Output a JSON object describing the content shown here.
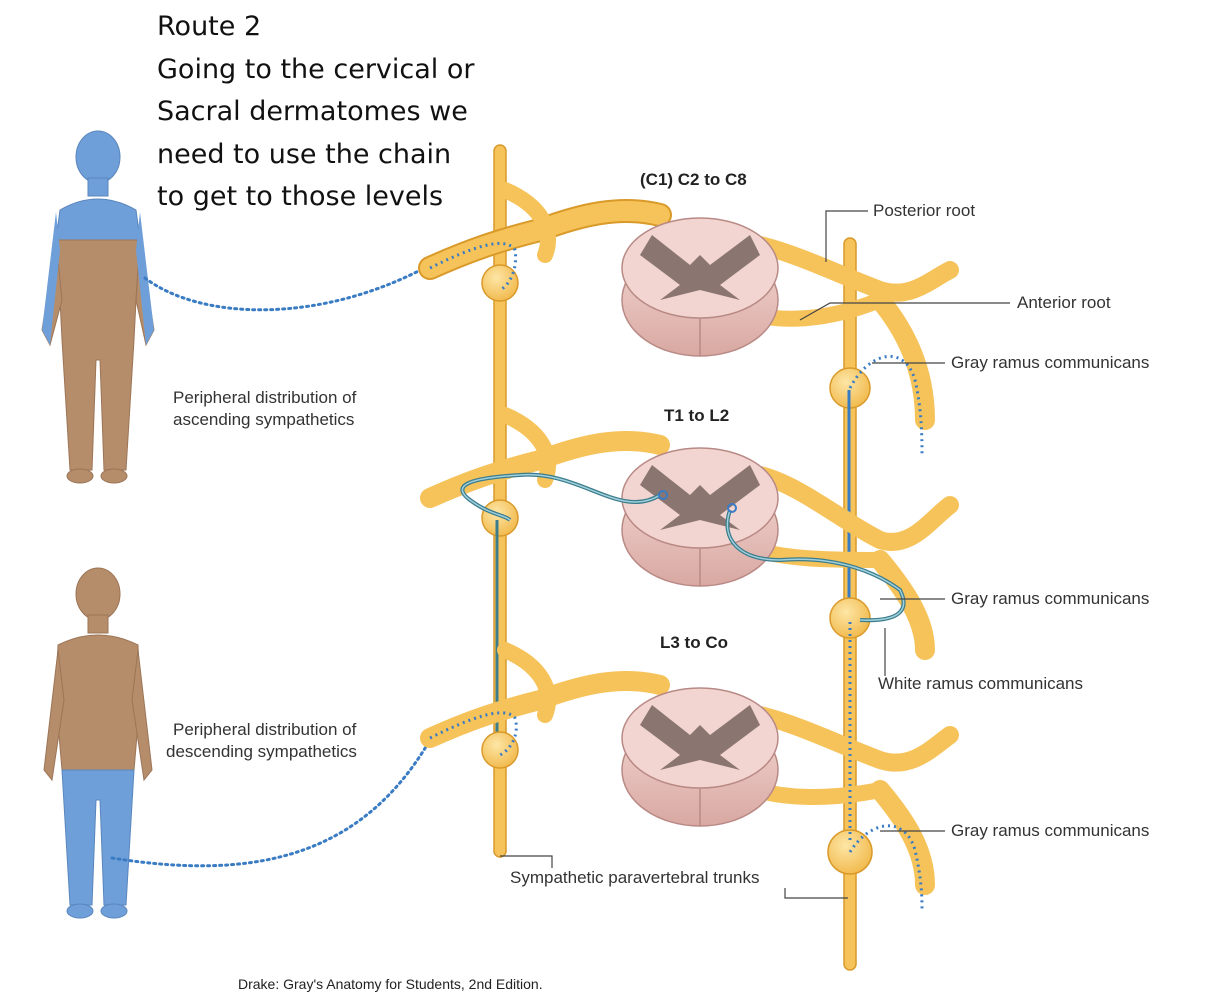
{
  "note": {
    "lines": [
      "Route 2",
      "Going to the cervical or",
      "Sacral dermatomes we",
      "need to use the chain",
      "to get to those levels"
    ]
  },
  "levels": {
    "cervical": "(C1) C2 to C8",
    "thoracolumbar": "T1 to L2",
    "lumbosacral": "L3 to Co"
  },
  "labels": {
    "posterior_root": "Posterior root",
    "anterior_root": "Anterior root",
    "gray_ramus_1": "Gray ramus communicans",
    "gray_ramus_2": "Gray ramus communicans",
    "gray_ramus_3": "Gray ramus communicans",
    "white_ramus": "White ramus communicans",
    "trunks": "Sympathetic paravertebral trunks",
    "ascending": [
      "Peripheral distribution of",
      "ascending sympathetics"
    ],
    "descending": [
      "Peripheral distribution of",
      "descending sympathetics"
    ]
  },
  "credit": "Drake: Gray's Anatomy for Students, 2nd Edition.",
  "colors": {
    "nerve": "#f6c35a",
    "nerve_edge": "#d99a2a",
    "dermatome_blue": "#6f9fd8",
    "skin": "#b58d6b",
    "cord_pink": "#e8c4c0",
    "grey_matter": "#8a7570",
    "fiber_dots": "#3a7cc4",
    "fiber_teal": "#3c7c8c"
  }
}
